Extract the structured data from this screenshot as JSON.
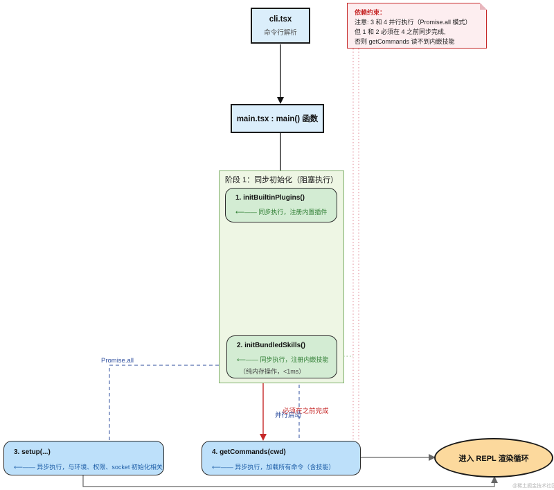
{
  "nodes": {
    "cli": {
      "title": "cli.tsx",
      "sub": "命令行解析"
    },
    "main": {
      "title": "main.tsx : main() 函数"
    },
    "phase1": {
      "title": "阶段 1：同步初始化（阻塞执行）"
    },
    "init_plugins": {
      "title": "1. initBuiltinPlugins()",
      "desc": "⟵—— 同步执行，注册内置插件"
    },
    "init_skills": {
      "title": "2. initBundledSkills()",
      "desc": "⟵—— 同步执行，注册内嵌技能",
      "desc2": "（纯内存操作，<1ms）"
    },
    "setup": {
      "title": "3. setup(...)",
      "desc": "⟵—— 异步执行，与环境、权限、socket 初始化相关"
    },
    "get_commands": {
      "title": "4. getCommands(cwd)",
      "desc": "⟵—— 异步执行，加载所有命令（含技能）"
    },
    "repl": {
      "title": "进入 REPL 渲染循环"
    }
  },
  "note": {
    "title": "依赖约束：",
    "lines": [
      "注意: 3 和 4 并行执行（Promise.all 模式）",
      "但 1 和 2 必须在 4 之前同步完成,",
      "否则 getCommands 读不到内嵌技能"
    ]
  },
  "edge_labels": {
    "promise_all": "Promise.all",
    "must_before": "必须在之前完成",
    "parallel_start": "并行启动"
  },
  "watermark": "@稀土掘金技术社区",
  "colors": {
    "rect_fill": "#dbeefb",
    "phase_fill": "#eef6e4",
    "green_node": "#d3ecd3",
    "blue_node": "#bde0fa",
    "repl_fill": "#fcd99d",
    "note_fill": "#fdeef0",
    "red": "#c62828",
    "blue_dash": "#2e4e9e",
    "green_dot": "#7fb06b"
  }
}
